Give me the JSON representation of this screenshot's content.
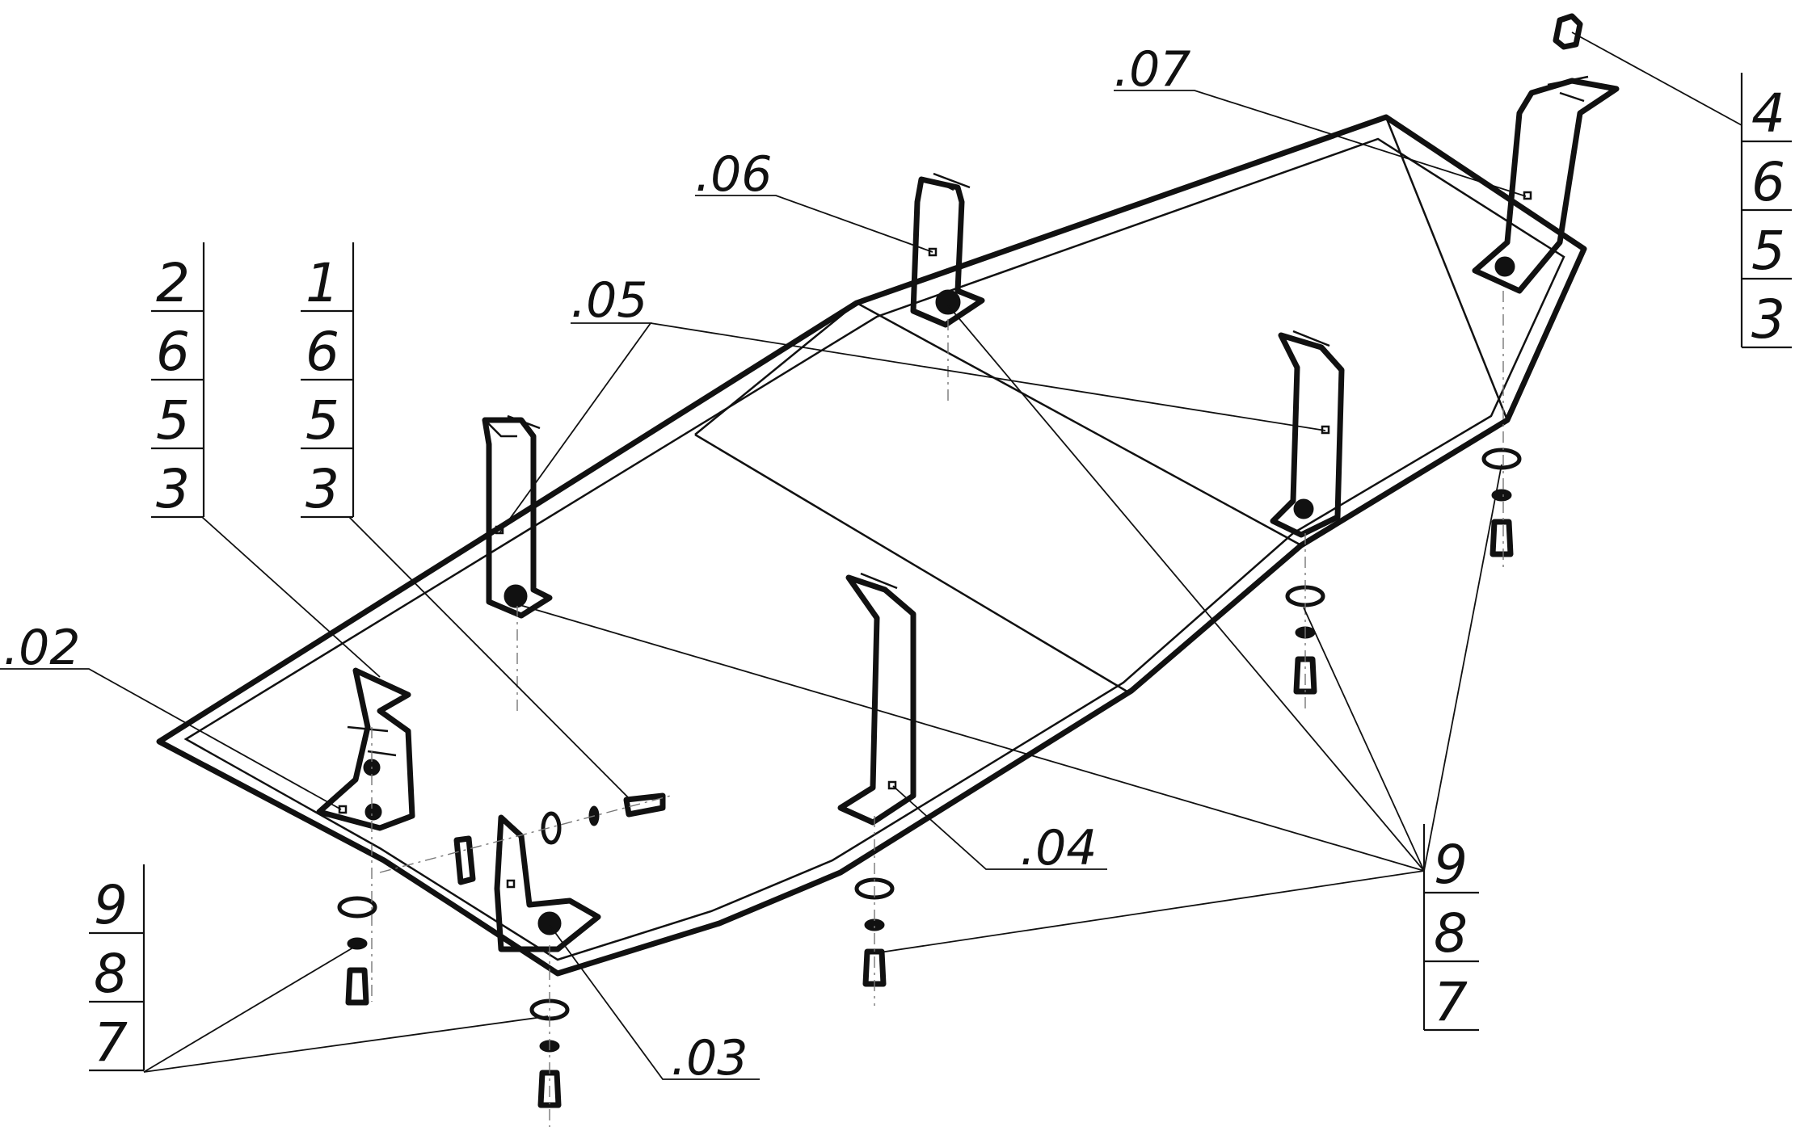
{
  "drawing": {
    "background": "#ffffff",
    "line_color": "#111111",
    "part_labels": {
      "p02": ".02",
      "p03": ".03",
      "p04": ".04",
      "p05": ".05",
      "p06": ".06",
      "p07": ".07"
    },
    "stacks": {
      "top_right": [
        "4",
        "6",
        "5",
        "3"
      ],
      "left_a": [
        "2",
        "6",
        "5",
        "3"
      ],
      "left_b": [
        "1",
        "6",
        "5",
        "3"
      ],
      "bottom_left": [
        "9",
        "8",
        "7"
      ],
      "bottom_right": [
        "9",
        "8",
        "7"
      ]
    }
  }
}
